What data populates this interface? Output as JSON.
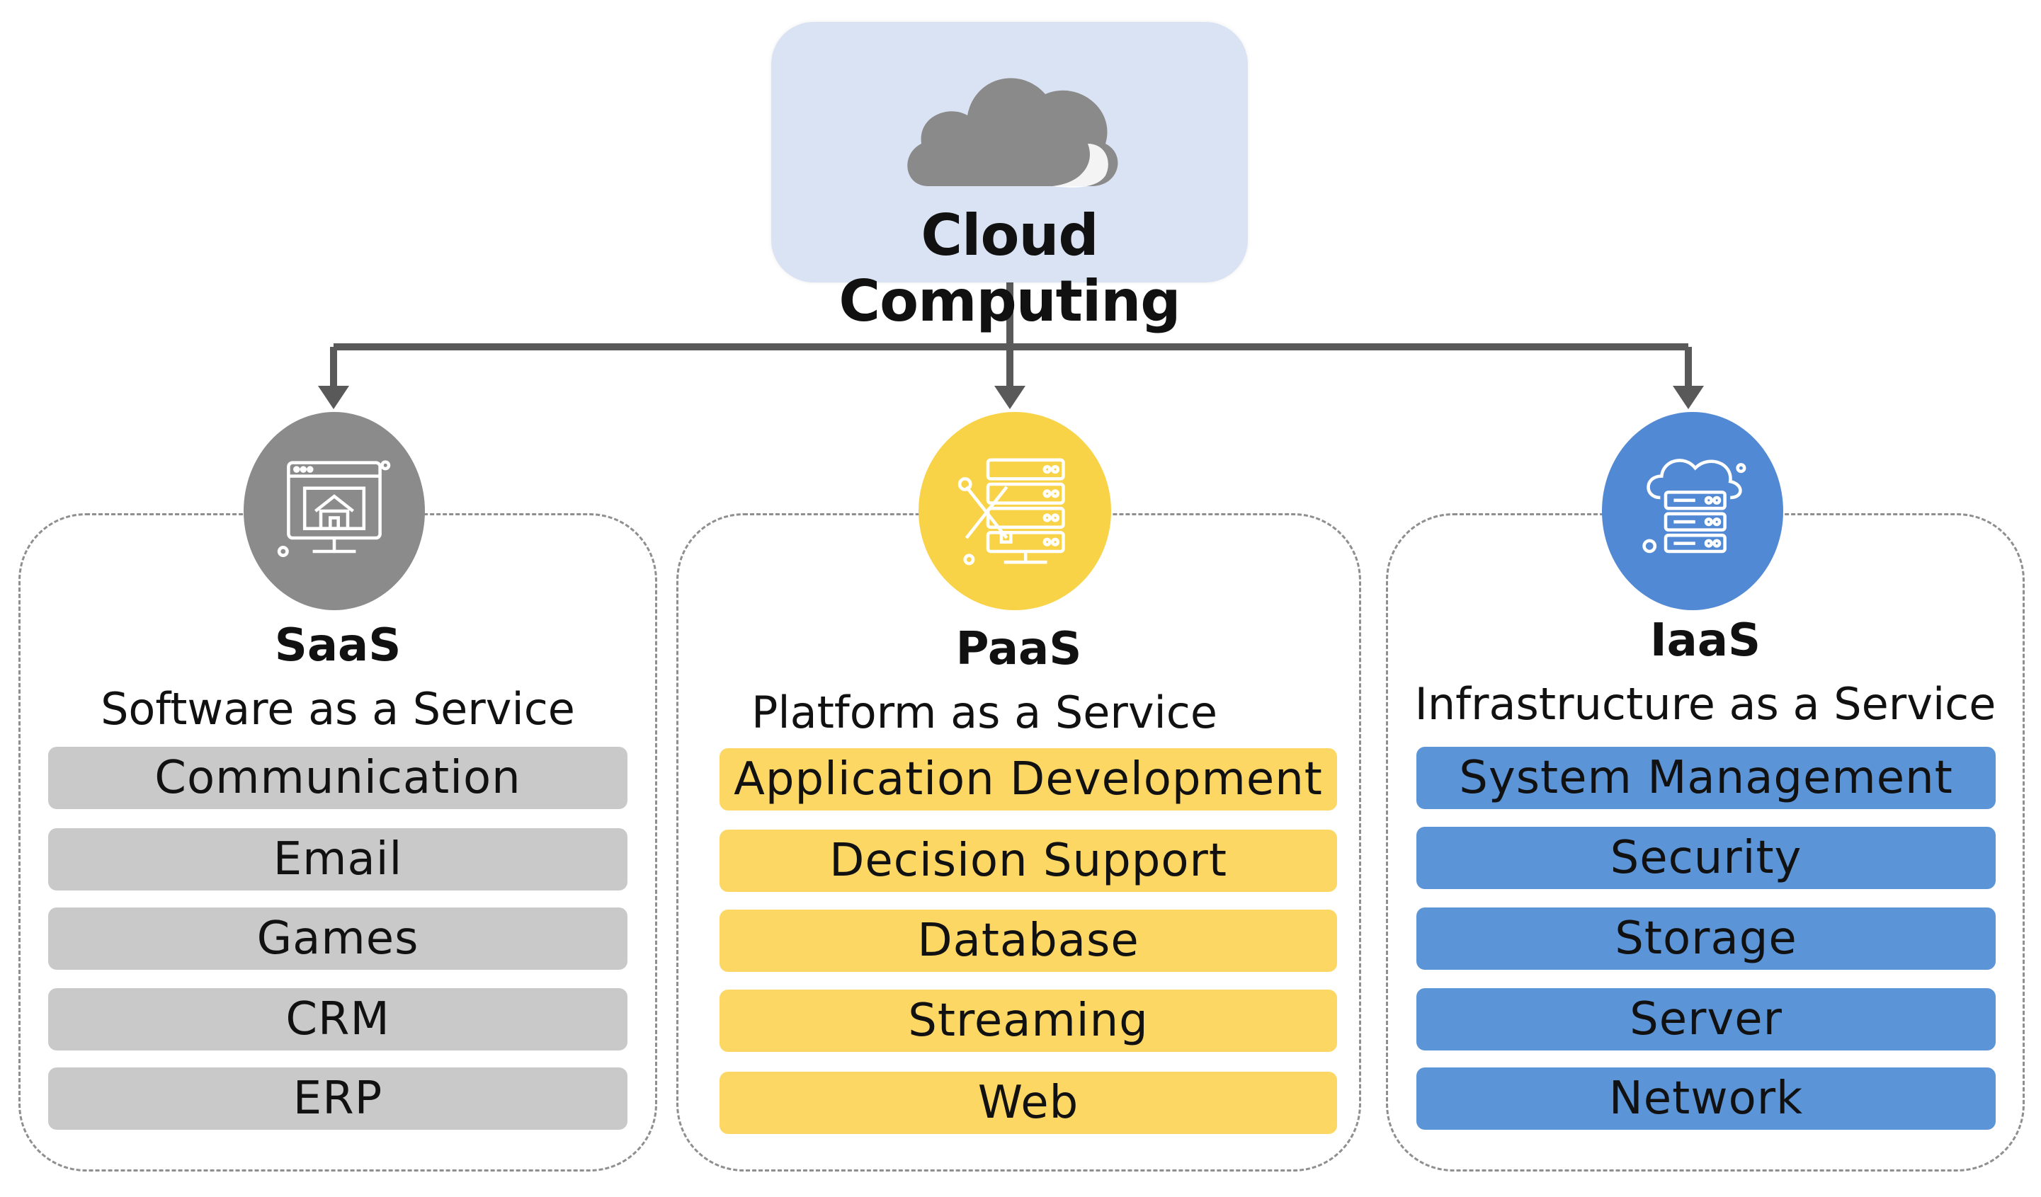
{
  "root": {
    "title": "Cloud Computing",
    "icon": "cloud-icon"
  },
  "colors": {
    "root_bg": "#dae3f3",
    "connector": "#595959",
    "saas": "#c9c9c9",
    "paas": "#fdd764",
    "iaas": "#5b95d8"
  },
  "groups": [
    {
      "key": "saas",
      "title": "SaaS",
      "subtitle": "Software as a Service",
      "icon": "web-browser-icon",
      "items": [
        "Communication",
        "Email",
        "Games",
        "CRM",
        "ERP"
      ]
    },
    {
      "key": "paas",
      "title": "PaaS",
      "subtitle": "Platform as a Service",
      "icon": "server-tools-icon",
      "items": [
        "Application Development",
        "Decision Support",
        "Database",
        "Streaming",
        "Web"
      ]
    },
    {
      "key": "iaas",
      "title": "IaaS",
      "subtitle": "Infrastructure as a Service",
      "icon": "cloud-server-icon",
      "items": [
        "System Management",
        "Security",
        "Storage",
        "Server",
        "Network"
      ]
    }
  ]
}
